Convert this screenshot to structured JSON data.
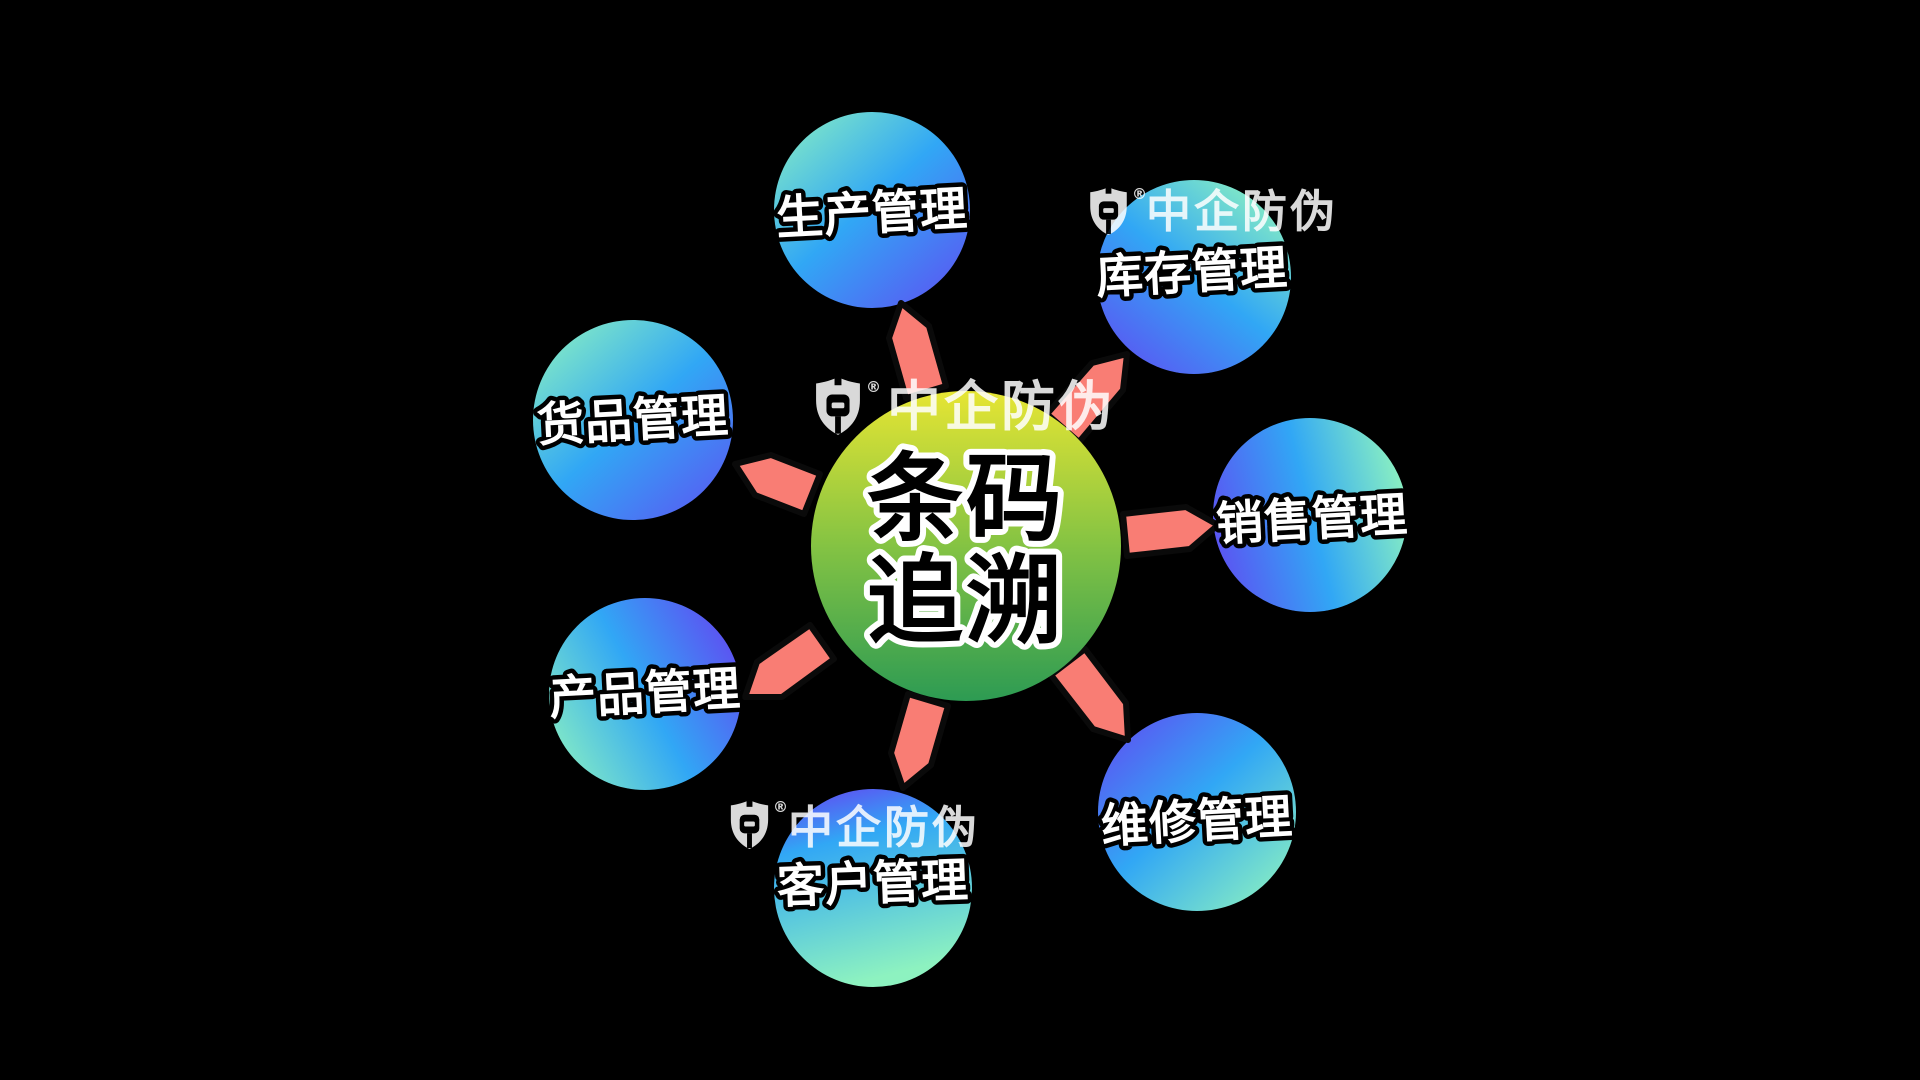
{
  "background": "#000000",
  "watermark": {
    "text": "中企防伪",
    "registered": "®",
    "icon": "shield-anticounterfeit-icon"
  },
  "diagram": {
    "type": "hub-and-spokes",
    "center": {
      "lines": [
        "条码",
        "追溯"
      ]
    },
    "nodes": [
      {
        "label": "生产管理",
        "position": "top"
      },
      {
        "label": "库存管理",
        "position": "top-right"
      },
      {
        "label": "销售管理",
        "position": "right"
      },
      {
        "label": "维修管理",
        "position": "bottom-right"
      },
      {
        "label": "客户管理",
        "position": "bottom"
      },
      {
        "label": "产品管理",
        "position": "bottom-left"
      },
      {
        "label": "货品管理",
        "position": "left"
      }
    ]
  },
  "colors": {
    "background": "#000000",
    "arrow": "#f97d74",
    "arrow_outline": "#0a0a0a",
    "mint": "#8df2c0",
    "blue": "#31a7f5",
    "indigo": "#5b55f2",
    "center_top": "#e6e533",
    "center_mid": "#84c343",
    "center_bottom": "#2d9b53",
    "label_fill": "#ffffff",
    "label_outline": "#000000",
    "center_label_fill": "#000000",
    "center_label_outline": "#ffffff"
  }
}
